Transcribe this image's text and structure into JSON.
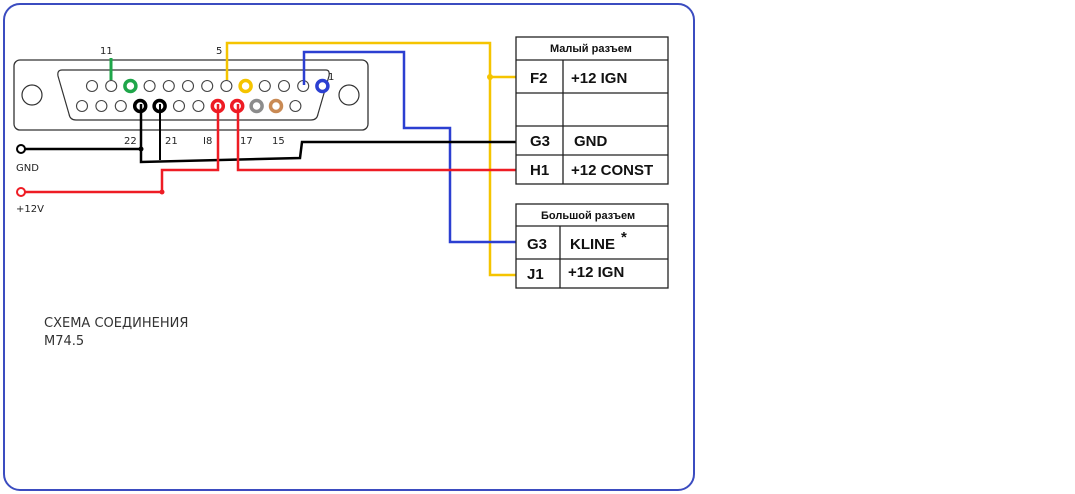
{
  "connector": {
    "pin_labels": {
      "p11": "11",
      "p5": "5",
      "p1": "1",
      "p22": "22",
      "p21": "21",
      "p18": "I8",
      "p17": "17",
      "p15": "15"
    }
  },
  "terminals": {
    "gnd": "GND",
    "v12": "+12V"
  },
  "small_connector": {
    "title": "Малый разъем",
    "rows": [
      {
        "pin": "F2",
        "signal": "+12 IGN"
      },
      {
        "pin": "",
        "signal": ""
      },
      {
        "pin": "G3",
        "signal": "GND"
      },
      {
        "pin": "H1",
        "signal": "+12 CONST"
      }
    ]
  },
  "large_connector": {
    "title": "Большой разъем",
    "rows": [
      {
        "pin": "G3",
        "signal": "KLINE",
        "mark": "*"
      },
      {
        "pin": "J1",
        "signal": "+12 IGN"
      }
    ]
  },
  "caption": {
    "line1": "СХЕМА СОЕДИНЕНИЯ",
    "line2": "М74.5"
  },
  "colors": {
    "frame": "#3b4cc0",
    "yellow": "#f5c400",
    "blue": "#2b3fd1",
    "red": "#ee1c24",
    "black": "#000000",
    "green": "#1fa64a",
    "gray": "#8c8c8c",
    "brown": "#c98a54"
  }
}
